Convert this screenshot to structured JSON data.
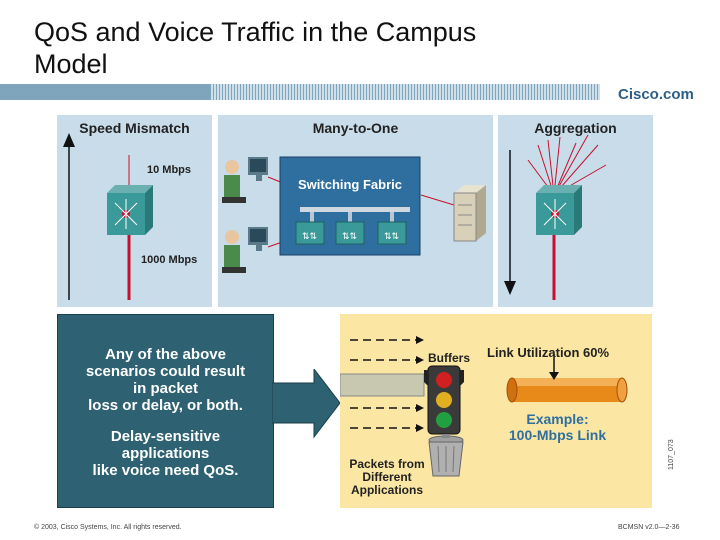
{
  "slide": {
    "title_line1": "QoS and Voice Traffic in the Campus",
    "title_line2": "Model",
    "brand": "Cisco.com"
  },
  "panels": {
    "speed_mismatch": {
      "title": "Speed Mismatch",
      "top_speed": "10 Mbps",
      "bottom_speed": "1000 Mbps"
    },
    "many_to_one": {
      "title": "Many-to-One",
      "fabric_label": "Switching Fabric"
    },
    "aggregation": {
      "title": "Aggregation"
    }
  },
  "summary": {
    "line1": "Any of the above",
    "line2": "scenarios could result",
    "line3": "in packet",
    "line4": "loss or delay, or both.",
    "line5": "Delay-sensitive",
    "line6": "applications",
    "line7": "like voice need QoS."
  },
  "example": {
    "buffers": "Buffers",
    "utilization": "Link Utilization 60%",
    "example_line1": "Example:",
    "example_line2": "100-Mbps Link",
    "packets_line1": "Packets from",
    "packets_line2": "Different",
    "packets_line3": "Applications"
  },
  "footer": {
    "copyright": "© 2003, Cisco Systems, Inc. All rights reserved.",
    "course": "BCMSN v2.0—2-36",
    "code": "1107_073"
  },
  "colors": {
    "panel_bg": "#c8dcea",
    "summary_bg": "#2e6273",
    "example_bg": "#fbe7a3",
    "fabric_bg": "#2f6fa0",
    "switch_teal": "#3a9a9a",
    "router_red": "#c8102e"
  }
}
